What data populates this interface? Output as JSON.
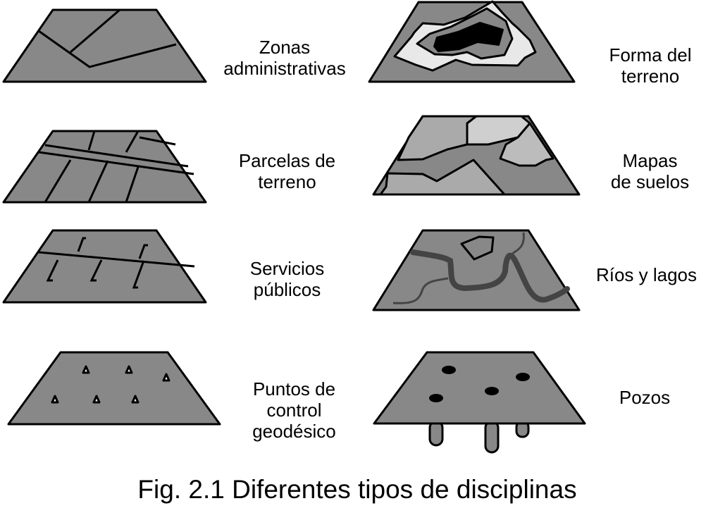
{
  "colors": {
    "plane": "#888888",
    "outline": "#000000",
    "light": "#e8e8e8",
    "soil_light": "#cfcfcf",
    "soil_mid": "#bcbcbc",
    "river": "#444444"
  },
  "panels": [
    {
      "id": "zonas",
      "label_lines": [
        "Zonas",
        "administrativas"
      ],
      "icon": "administrative-zones-plane"
    },
    {
      "id": "forma",
      "label_lines": [
        "Forma del",
        "terreno"
      ],
      "icon": "terrain-contour-plane"
    },
    {
      "id": "parcelas",
      "label_lines": [
        "Parcelas de",
        "terreno"
      ],
      "icon": "land-parcels-plane"
    },
    {
      "id": "suelos",
      "label_lines": [
        "Mapas",
        "de suelos"
      ],
      "icon": "soil-map-plane"
    },
    {
      "id": "servicios",
      "label_lines": [
        "Servicios",
        "públicos"
      ],
      "icon": "public-utilities-plane"
    },
    {
      "id": "rios",
      "label_lines": [
        "Ríos y lagos"
      ],
      "icon": "rivers-lakes-plane"
    },
    {
      "id": "puntos",
      "label_lines": [
        "Puntos de",
        "control",
        "geodésico"
      ],
      "icon": "geodetic-control-plane"
    },
    {
      "id": "pozos",
      "label_lines": [
        "Pozos"
      ],
      "icon": "wells-plane"
    }
  ],
  "caption": "Fig. 2.1 Diferentes tipos de disciplinas"
}
